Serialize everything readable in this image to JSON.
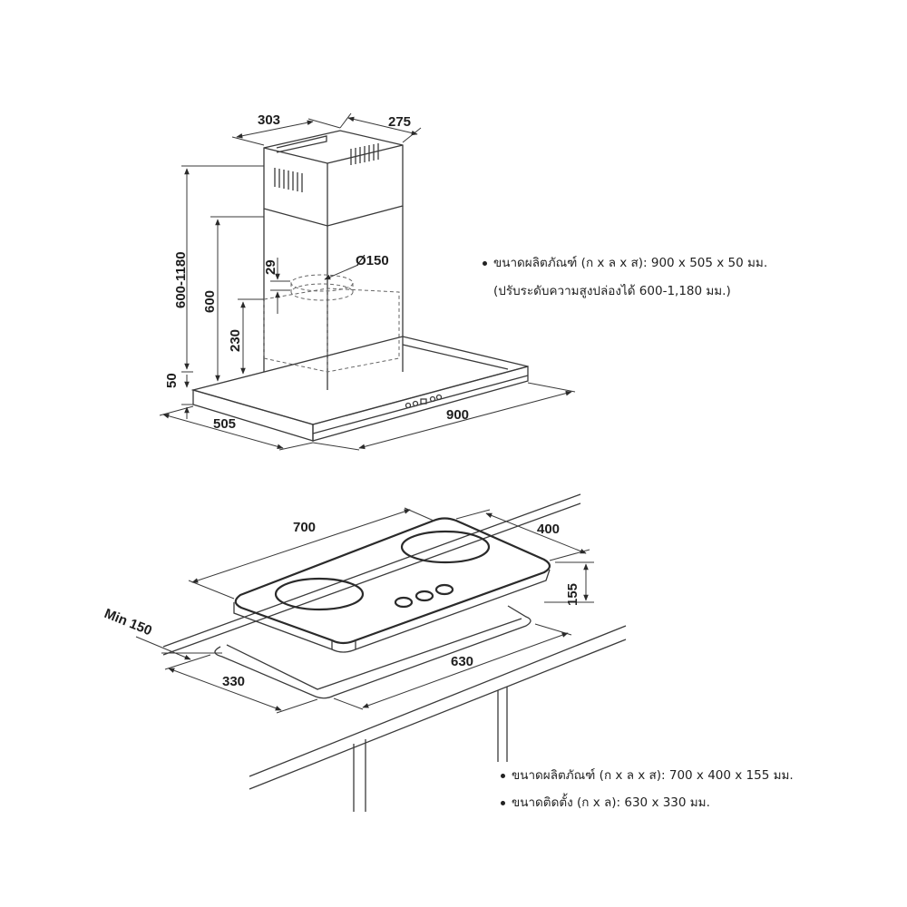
{
  "hood": {
    "dimensions": {
      "chimney_width": "303",
      "chimney_depth": "275",
      "duct_diameter": "Ø150",
      "total_height": "600-1180",
      "chimney_height": "600",
      "outlet_offset": "29",
      "lower_chimney": "230",
      "body_thickness": "50",
      "depth": "505",
      "width": "900"
    },
    "specs": [
      "ขนาดผลิตภัณฑ์ (ก x ล x ส): 900 x 505 x 50 มม.",
      "(ปรับระดับความสูงปล่องได้ 600-1,180 มม.)"
    ]
  },
  "hob": {
    "dimensions": {
      "width": "700",
      "depth": "400",
      "height": "155",
      "min_clearance": "Min 150",
      "cutout_depth": "330",
      "cutout_width": "630"
    },
    "specs": [
      "ขนาดผลิตภัณฑ์ (ก x ล x ส): 700 x 400 x 155 มม.",
      "ขนาดติดตั้ง (ก x ล): 630 x 330 มม."
    ]
  }
}
